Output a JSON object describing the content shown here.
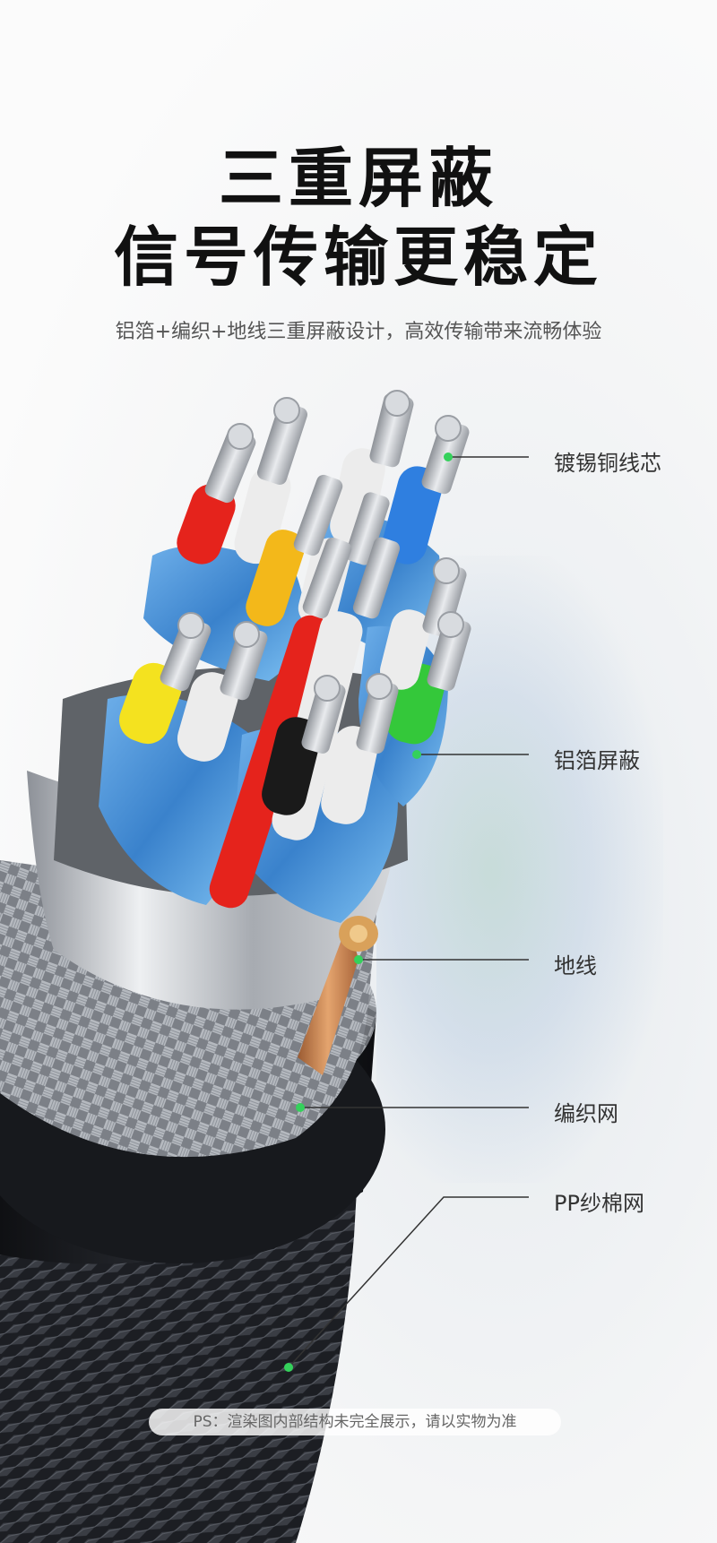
{
  "header": {
    "title_line1": "三重屏蔽",
    "title_line2": "信号传输更稳定",
    "subtitle": "铝箔+编织+地线三重屏蔽设计，高效传输带来流畅体验"
  },
  "callouts": [
    {
      "label": "镀锡铜线芯"
    },
    {
      "label": "铝箔屏蔽"
    },
    {
      "label": "地线"
    },
    {
      "label": "编织网"
    },
    {
      "label": "PP纱棉网"
    }
  ],
  "footnote": "PS：渲染图内部结构未完全展示，请以实物为准",
  "colors": {
    "outer_jacket": "#1b1d21",
    "braid": "#9a9ea5",
    "foil": "#c9ccd1",
    "inner_shield": "#4a8fd0",
    "ground_wire": "#c77a4b",
    "callout_dot": "#34d15b",
    "callout_line": "#333333"
  },
  "wire_colors": [
    "#e5231c",
    "#ececec",
    "#ececec",
    "#2f7fe0",
    "#f3b81a",
    "#ececec",
    "#f4e21f",
    "#ececec",
    "#e5231c",
    "#ececec",
    "#1a1a1a",
    "#ececec",
    "#34c83a",
    "#ececec"
  ]
}
